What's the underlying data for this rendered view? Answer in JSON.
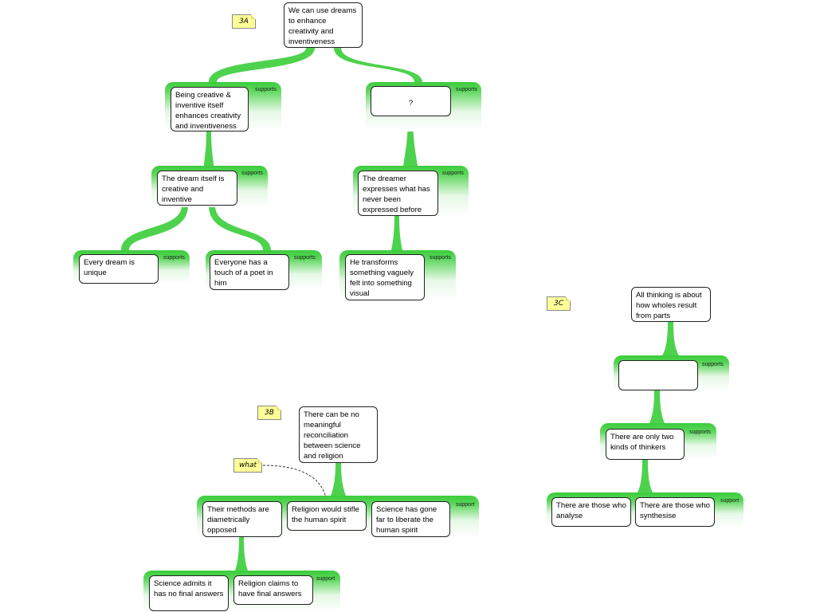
{
  "map_3a": {
    "note": "3A",
    "root": "We can use dreams to enhance creativity and inventiveness",
    "left_group_tag": "supports",
    "left_reason": "Being creative & inventive itself enhances creativity and inventiveness",
    "right_group_tag": "supports",
    "right_reason": "?",
    "mid_left_tag": "supports",
    "mid_left": "The dream itself is creative and inventive",
    "mid_right_tag": "supports",
    "mid_right": "The dreamer expresses what has never been expressed before",
    "leaf_1_tag": "supports",
    "leaf_1": "Every dream is unique",
    "leaf_2_tag": "supports",
    "leaf_2": "Everyone has a touch of a poet  in him",
    "leaf_3_tag": "supports",
    "leaf_3": "He transforms something vaguely felt into something visual"
  },
  "map_3b": {
    "note": "3B",
    "question_note": "what",
    "root": "There can be no meaningful reconciliation between science and religion",
    "group_tag": "support",
    "reason_1": "Their methods are diametrically opposed",
    "reason_2": "Religion would stifle the human spirit",
    "reason_3": "Science has gone far to liberate the human spirit",
    "sub_group_tag": "support",
    "sub_1": "Science admits it has no final answers",
    "sub_2": "Religion claims to have final answers"
  },
  "map_3c": {
    "note": "3C",
    "root": "All thinking is about how wholes result from parts",
    "group_1_tag": "supports",
    "empty_reason": "",
    "group_2_tag": "supports",
    "reason": "There are only two kinds of thinkers",
    "group_3_tag": "support",
    "leaf_1": "There are those who analyse",
    "leaf_2": "There are those who synthesise"
  },
  "colors": {
    "connector": "#4dd24d",
    "band_top": "#3ccc3c",
    "note_fill": "#ffff99"
  }
}
